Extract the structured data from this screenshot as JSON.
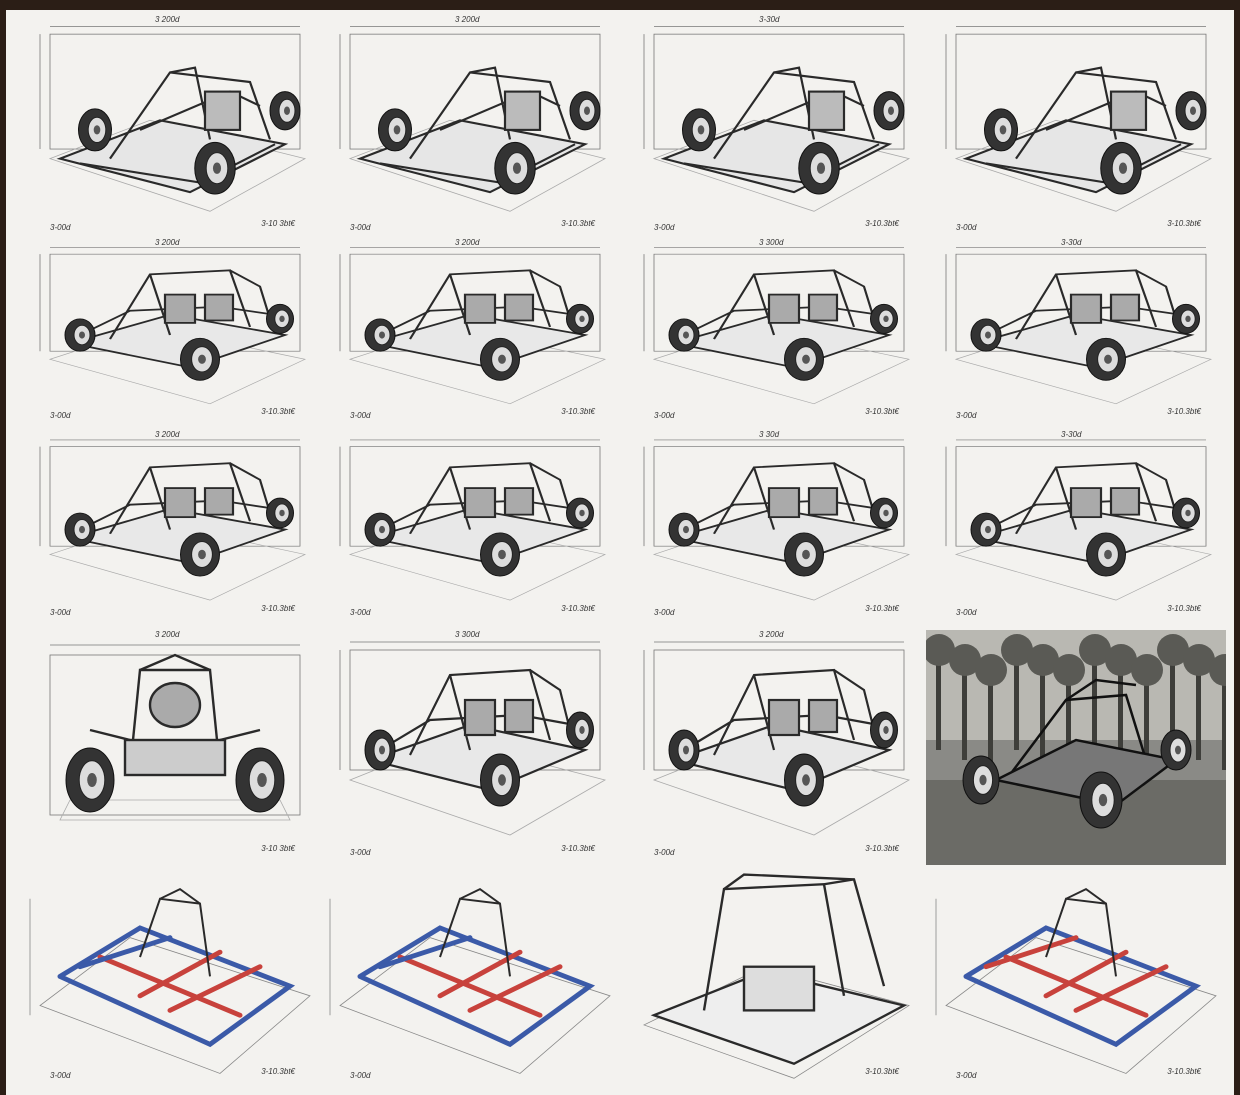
{
  "sheet_title": "",
  "cells": [
    {
      "kind": "kart",
      "dim_top": "3 200d",
      "dim_bottom": "3-10 3bt€",
      "dim_side": "3-00d"
    },
    {
      "kind": "kart",
      "dim_top": "3 200d",
      "dim_bottom": "3-10.3bt€",
      "dim_side": "3-00d"
    },
    {
      "kind": "kart",
      "dim_top": "3-30d",
      "dim_bottom": "3-10.3bt€",
      "dim_side": "3-00d"
    },
    {
      "kind": "kart",
      "dim_top": "",
      "dim_bottom": "3-10.3bt€",
      "dim_side": "3-00d"
    },
    {
      "kind": "buggy",
      "dim_top": "3 200d",
      "dim_bottom": "3-10.3bt€",
      "dim_side": "3-00d"
    },
    {
      "kind": "buggy",
      "dim_top": "3 200d",
      "dim_bottom": "3-10.3bt€",
      "dim_side": "3-00d"
    },
    {
      "kind": "buggy",
      "dim_top": "3 300d",
      "dim_bottom": "3-10.3bt€",
      "dim_side": "3-00d"
    },
    {
      "kind": "buggy",
      "dim_top": "3-30d",
      "dim_bottom": "3-10.3bt€",
      "dim_side": "3-00d"
    },
    {
      "kind": "buggy",
      "dim_top": "3 200d",
      "dim_bottom": "3-10.3bt€",
      "dim_side": "3-00d"
    },
    {
      "kind": "buggy",
      "dim_top": "",
      "dim_bottom": "3-10.3bt€",
      "dim_side": "3-00d"
    },
    {
      "kind": "buggy",
      "dim_top": "3 30d",
      "dim_bottom": "3-10.3bt€",
      "dim_side": "3-00d"
    },
    {
      "kind": "buggy",
      "dim_top": "3-30d",
      "dim_bottom": "3-10.3bt€",
      "dim_side": "3-00d"
    },
    {
      "kind": "front",
      "dim_top": "3 200d",
      "dim_bottom": "3-10 3bt€",
      "dim_side": ""
    },
    {
      "kind": "buggy",
      "dim_top": "3 300d",
      "dim_bottom": "3-10.3bt€",
      "dim_side": "3-00d"
    },
    {
      "kind": "buggy",
      "dim_top": "3 200d",
      "dim_bottom": "3-10.3bt€",
      "dim_side": "3-00d"
    },
    {
      "kind": "photo",
      "dim_top": "",
      "dim_bottom": "",
      "dim_side": ""
    },
    {
      "kind": "frame",
      "dim_top": "",
      "dim_bottom": "3-10.3bt€",
      "dim_side": "3-00d"
    },
    {
      "kind": "frame",
      "dim_top": "",
      "dim_bottom": "",
      "dim_side": "3-00d"
    },
    {
      "kind": "cage",
      "dim_top": "",
      "dim_bottom": "3-10.3bt€",
      "dim_side": ""
    },
    {
      "kind": "frame2",
      "dim_top": "",
      "dim_bottom": "3-10.3bt€",
      "dim_side": "3-00d"
    }
  ],
  "colors": {
    "ink": "#2a2a2a",
    "red_tube": "#c8423c",
    "blue_tube": "#3b5aa8",
    "paper": "#f3f2ef",
    "border": "#2b1e16"
  }
}
